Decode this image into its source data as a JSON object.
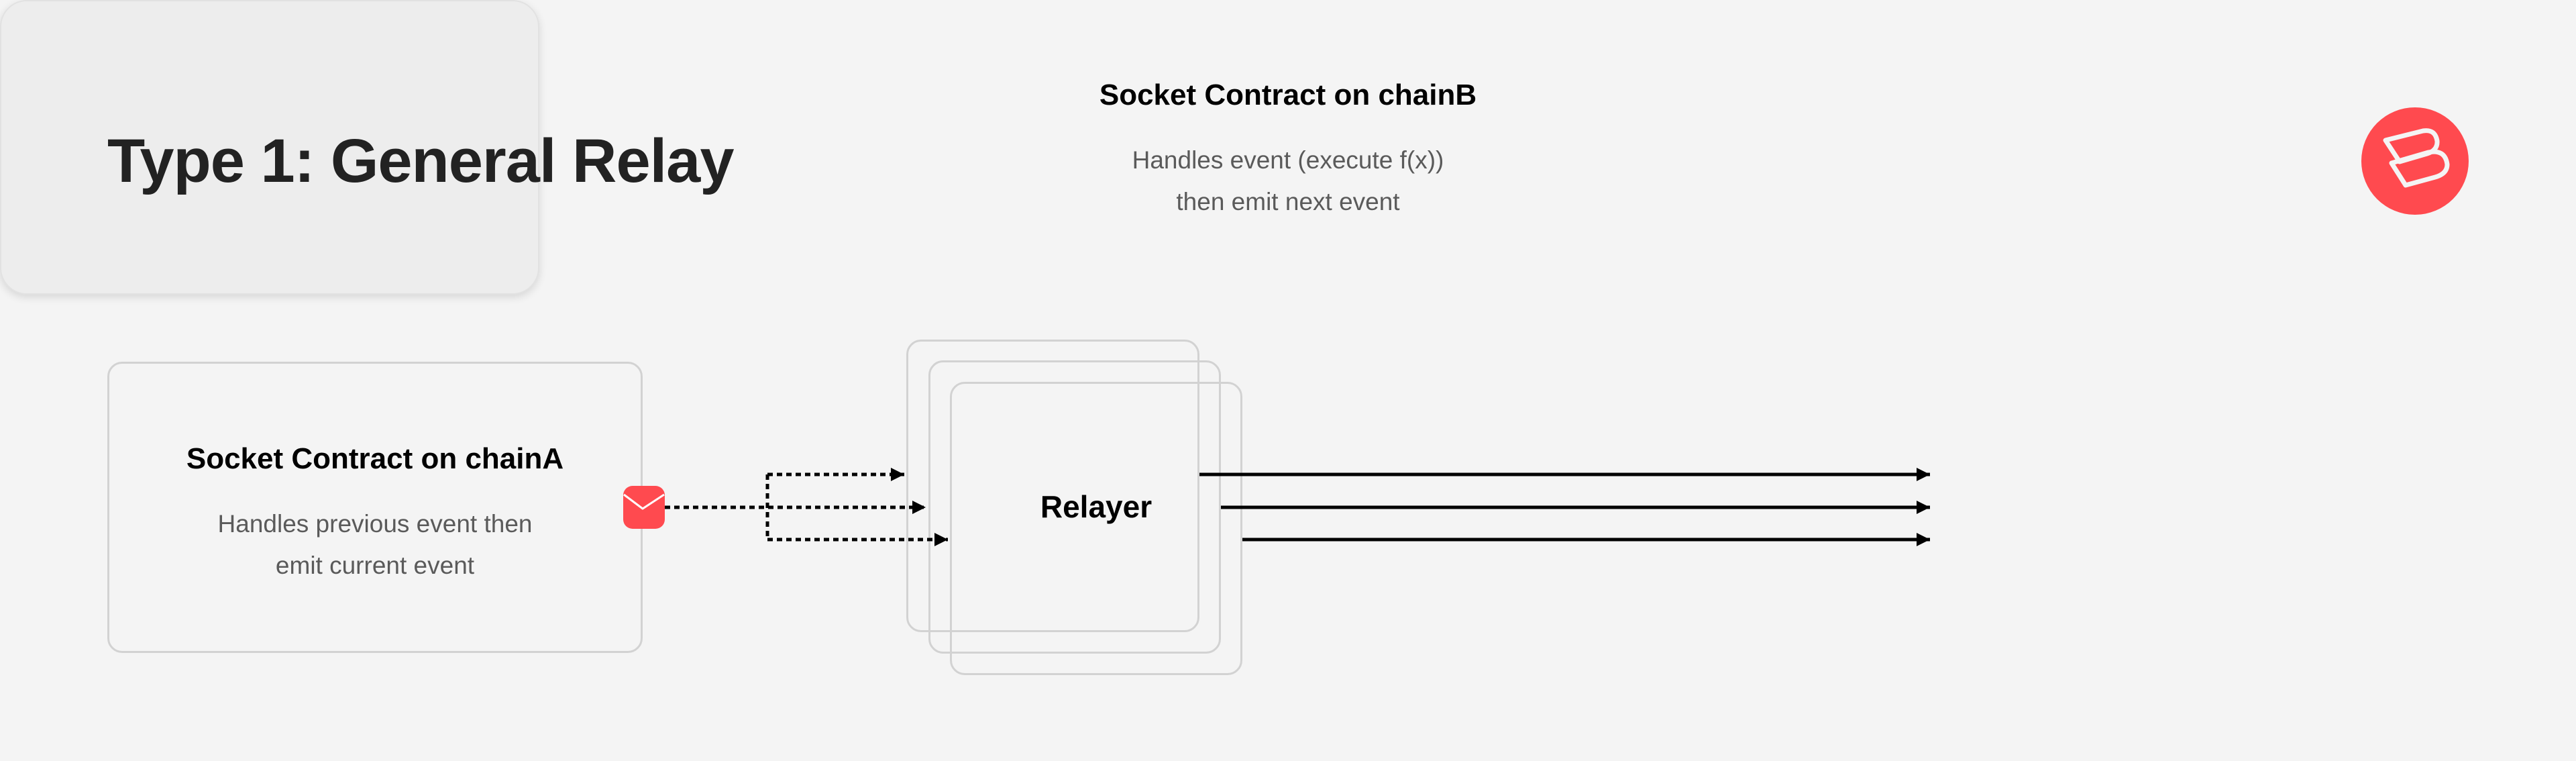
{
  "title": "Type 1: General Relay",
  "logo": {
    "icon": "brand-b-logo",
    "color": "#FF4A4F"
  },
  "source_box": {
    "title": "Socket Contract on chainA",
    "lines": [
      "Handles previous event then",
      "emit current event"
    ]
  },
  "message_icon": {
    "icon": "envelope-icon",
    "color": "#FF4A4F"
  },
  "relayer": {
    "label": "Relayer"
  },
  "target_box": {
    "title": "Socket Contract on chainB",
    "lines": [
      "Handles event (execute f(x))",
      "then emit next event"
    ]
  },
  "colors": {
    "background": "#F4F4F4",
    "accent": "#FF4A4F",
    "box_border": "#D2D2D2",
    "target_fill": "#EDEDED"
  }
}
